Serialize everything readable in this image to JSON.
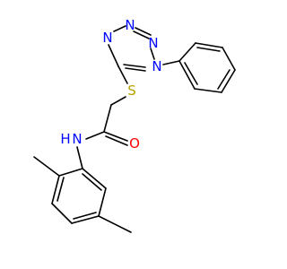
{
  "molecule": {
    "atoms": [
      {
        "id": "n_ring_1",
        "label": "N",
        "color": "#0000ff"
      },
      {
        "id": "n_ring_2",
        "label": "N",
        "color": "#0000ff"
      },
      {
        "id": "n_ring_3",
        "label": "N",
        "color": "#0000ff"
      },
      {
        "id": "n_ring_4",
        "label": "N",
        "color": "#0000ff"
      },
      {
        "id": "s_thioether",
        "label": "S",
        "color": "#b8a000"
      },
      {
        "id": "o_carbonyl",
        "label": "O",
        "color": "#ff0000"
      },
      {
        "id": "nh_amide",
        "label": "N",
        "color": "#0000ff"
      },
      {
        "id": "h_amide",
        "label": "H",
        "color": "#0000ff"
      }
    ]
  }
}
